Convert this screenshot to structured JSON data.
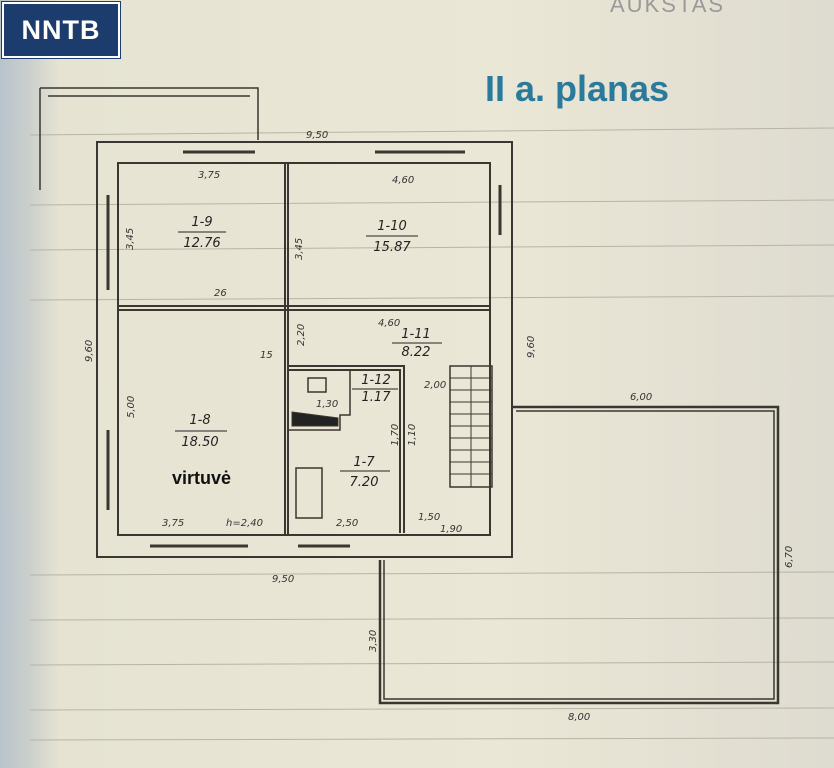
{
  "badge": "NNTB",
  "title": "II a. planas",
  "header_faded": "AUKŠTAS",
  "room_note": "virtuvė",
  "rooms": [
    {
      "id": "1-9",
      "area": "12.76"
    },
    {
      "id": "1-10",
      "area": "15.87"
    },
    {
      "id": "1-8",
      "area": "18.50"
    },
    {
      "id": "1-11",
      "area": "8.22"
    },
    {
      "id": "1-12",
      "area": "1.17"
    },
    {
      "id": "1-7",
      "area": "7.20"
    }
  ],
  "dimensions": {
    "top_total": "9,50",
    "bottom_total": "9,50",
    "left_total": "9,60",
    "right_total": "9,60",
    "r19_width": "3,75",
    "r110_width": "4,60",
    "r19_height": "3,45",
    "r110_height": "3,45",
    "r111_width": "4,60",
    "r18_height": "5,00",
    "r18_width": "3,75",
    "ceiling_height": "h=2,40",
    "r17_width": "2,50",
    "r17_height": "1,70",
    "wc_width": "1,30",
    "corridor": "2,20",
    "stair_width": "2,00",
    "r111_side": "1,10",
    "door_a": "1,50",
    "door_b": "1,90",
    "wall": "15",
    "beam": "26",
    "terrace_top": "6,00",
    "terrace_right": "6,70",
    "terrace_left": "3,30",
    "terrace_bottom": "8,00"
  }
}
